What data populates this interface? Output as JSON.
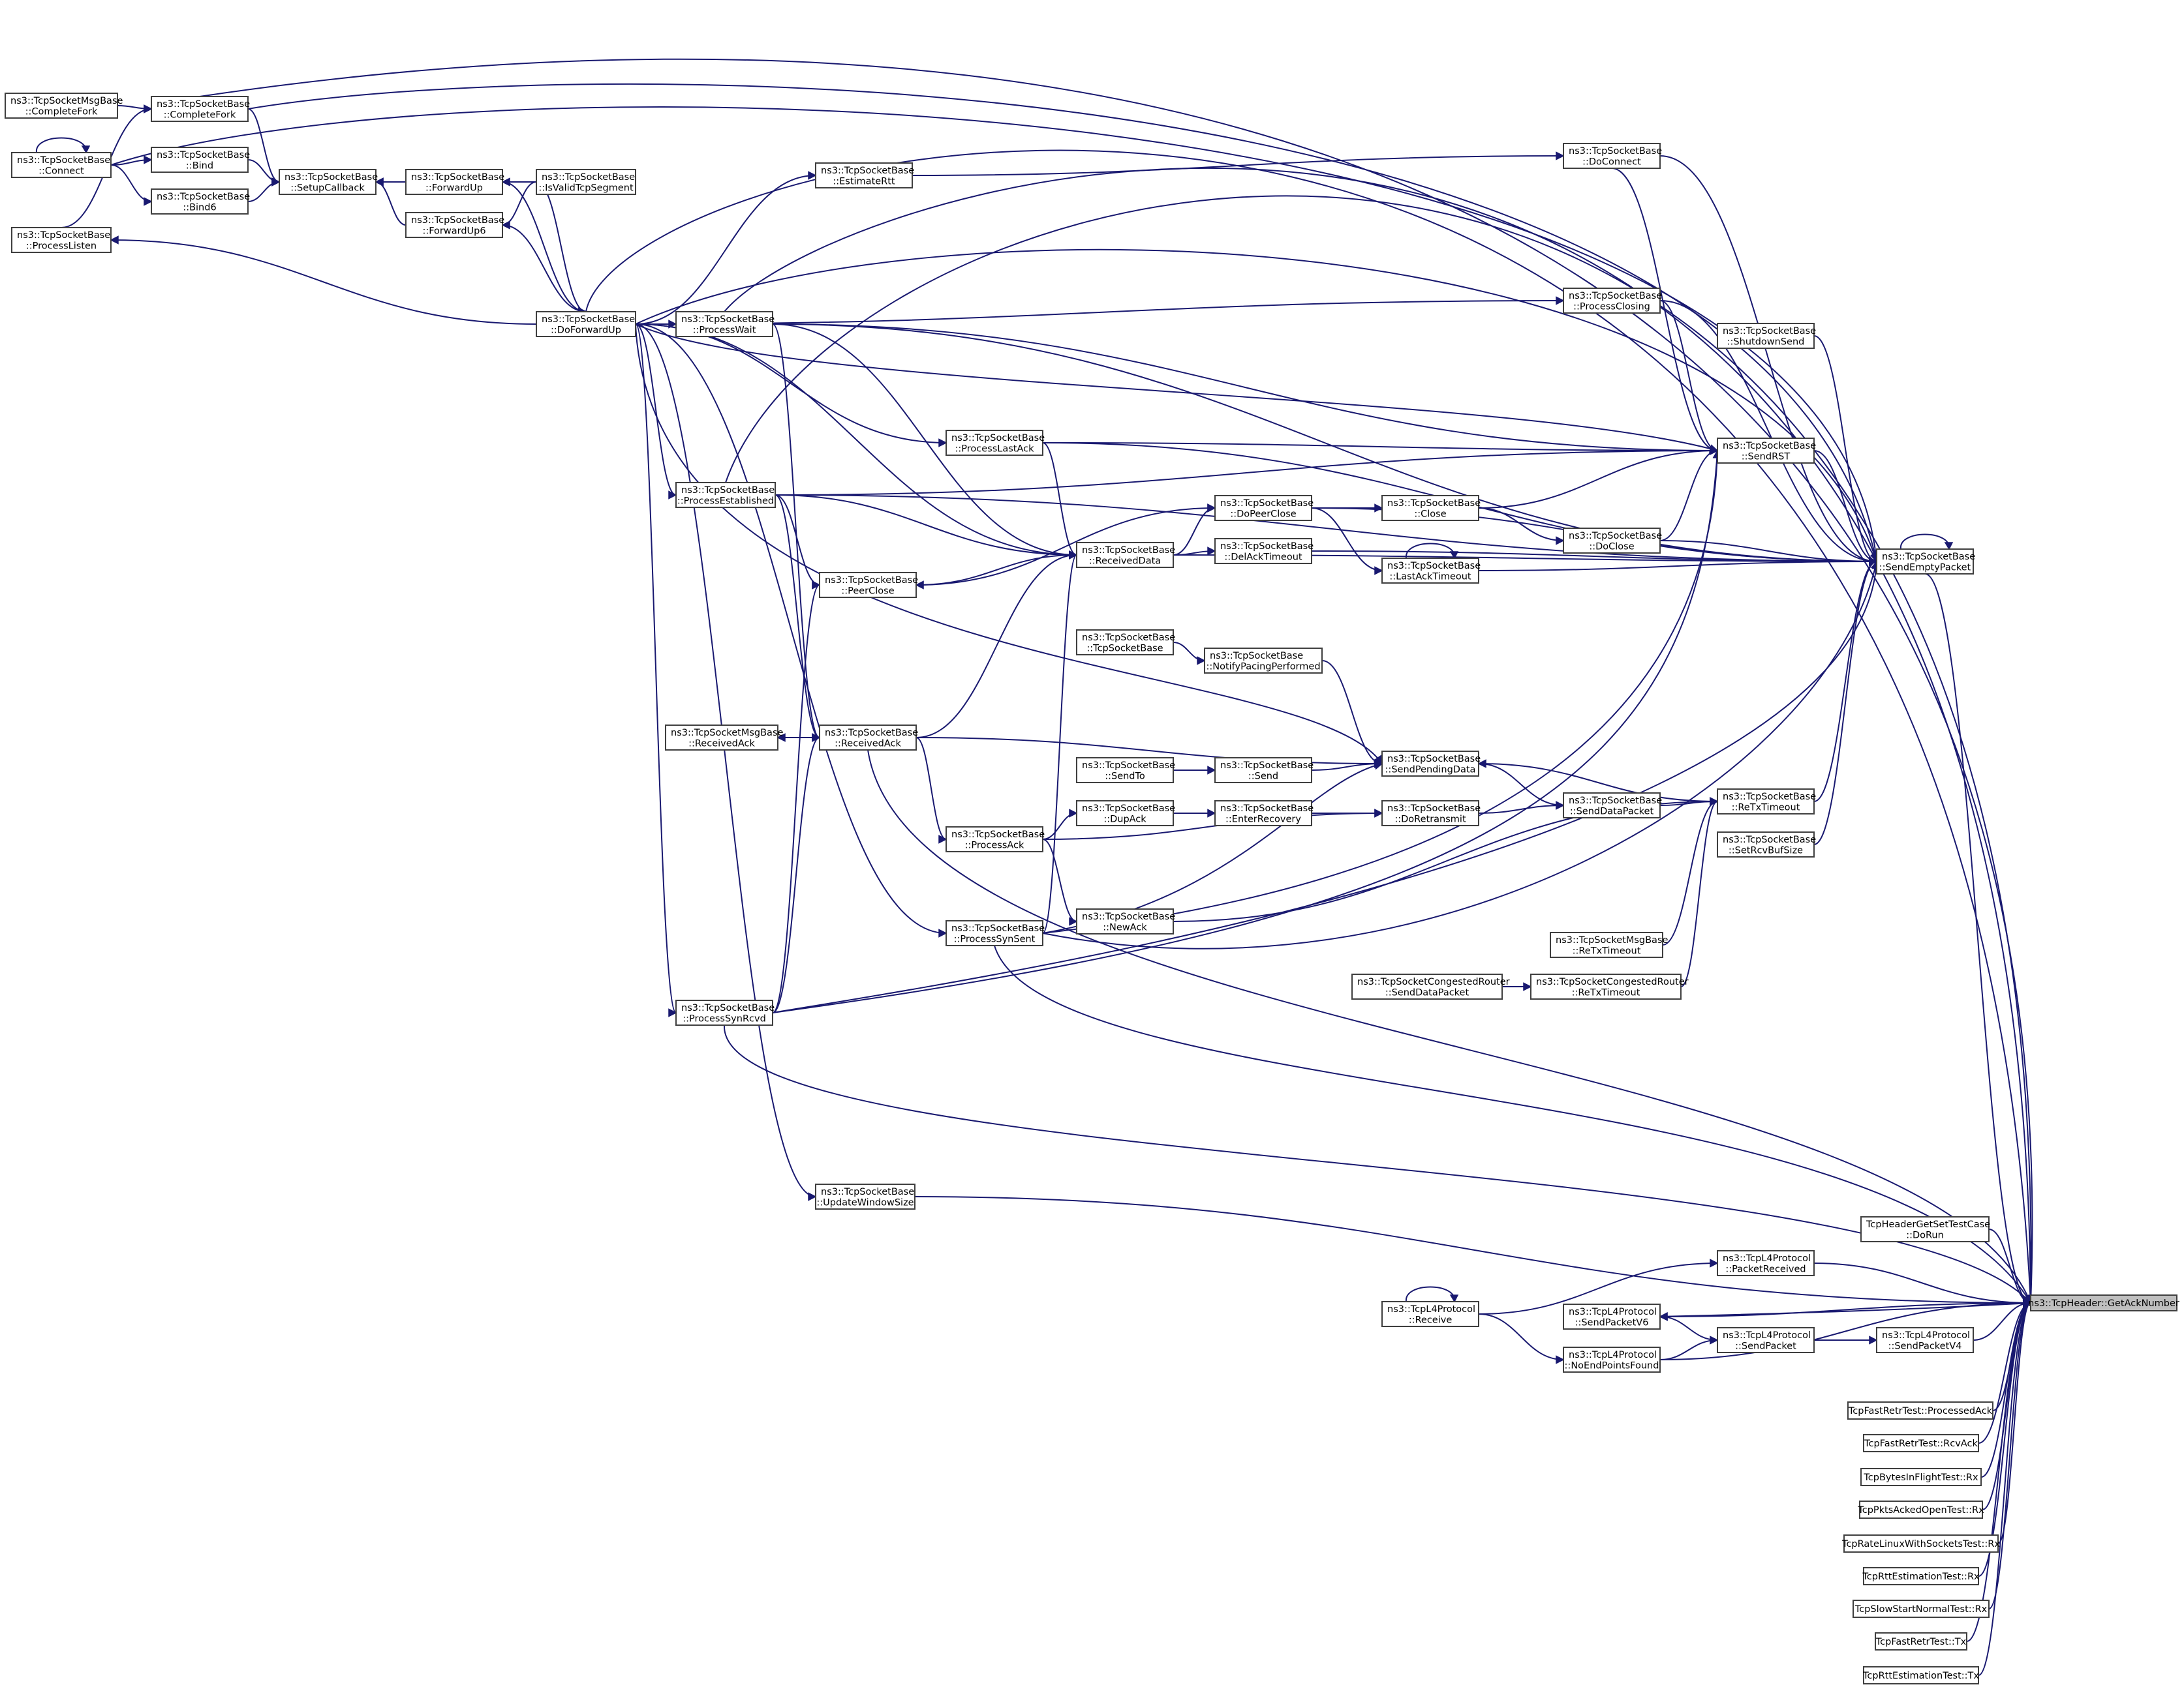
{
  "diagram": {
    "focus_node": "ns3::TcpHeader::GetAckNumber",
    "edge_color": "#191970",
    "node_fill": "#ffffff",
    "focus_fill": "#bfbfbf",
    "node_border": "#3f3f3f"
  },
  "nodes": {
    "msgbase_completefork": [
      "ns3::TcpSocketMsgBase",
      "::CompleteFork"
    ],
    "connect": [
      "ns3::TcpSocketBase",
      "::Connect"
    ],
    "processlisten": [
      "ns3::TcpSocketBase",
      "::ProcessListen"
    ],
    "completefork": [
      "ns3::TcpSocketBase",
      "::CompleteFork"
    ],
    "bind": [
      "ns3::TcpSocketBase",
      "::Bind"
    ],
    "bind6": [
      "ns3::TcpSocketBase",
      "::Bind6"
    ],
    "setupcallback": [
      "ns3::TcpSocketBase",
      "::SetupCallback"
    ],
    "forwardup": [
      "ns3::TcpSocketBase",
      "::ForwardUp"
    ],
    "forwardup6": [
      "ns3::TcpSocketBase",
      "::ForwardUp6"
    ],
    "isvalidtcpsegment": [
      "ns3::TcpSocketBase",
      "::IsValidTcpSegment"
    ],
    "doforwardup": [
      "ns3::TcpSocketBase",
      "::DoForwardUp"
    ],
    "processwait": [
      "ns3::TcpSocketBase",
      "::ProcessWait"
    ],
    "estimatertt": [
      "ns3::TcpSocketBase",
      "::EstimateRtt"
    ],
    "processestablished": [
      "ns3::TcpSocketBase",
      "::ProcessEstablished"
    ],
    "processlastack": [
      "ns3::TcpSocketBase",
      "::ProcessLastAck"
    ],
    "peerclose": [
      "ns3::TcpSocketBase",
      "::PeerClose"
    ],
    "receiveddata": [
      "ns3::TcpSocketBase",
      "::ReceivedData"
    ],
    "msgbase_receivedack": [
      "ns3::TcpSocketMsgBase",
      "::ReceivedAck"
    ],
    "receivedack": [
      "ns3::TcpSocketBase",
      "::ReceivedAck"
    ],
    "processack": [
      "ns3::TcpSocketBase",
      "::ProcessAck"
    ],
    "processsynsent": [
      "ns3::TcpSocketBase",
      "::ProcessSynSent"
    ],
    "processsynrcvd": [
      "ns3::TcpSocketBase",
      "::ProcessSynRcvd"
    ],
    "updatewindowsize": [
      "ns3::TcpSocketBase",
      "::UpdateWindowSize"
    ],
    "dopeerclose": [
      "ns3::TcpSocketBase",
      "::DoPeerClose"
    ],
    "delacktimeout": [
      "ns3::TcpSocketBase",
      "::DelAckTimeout"
    ],
    "tcpsocketbase": [
      "ns3::TcpSocketBase",
      "::TcpSocketBase"
    ],
    "notifypacingperformed": [
      "ns3::TcpSocketBase",
      "::NotifyPacingPerformed"
    ],
    "sendto": [
      "ns3::TcpSocketBase",
      "::SendTo"
    ],
    "send": [
      "ns3::TcpSocketBase",
      "::Send"
    ],
    "dupack": [
      "ns3::TcpSocketBase",
      "::DupAck"
    ],
    "enterrecovery": [
      "ns3::TcpSocketBase",
      "::EnterRecovery"
    ],
    "newack": [
      "ns3::TcpSocketBase",
      "::NewAck"
    ],
    "close": [
      "ns3::TcpSocketBase",
      "::Close"
    ],
    "lastacktimeout": [
      "ns3::TcpSocketBase",
      "::LastAckTimeout"
    ],
    "sendpendingdata": [
      "ns3::TcpSocketBase",
      "::SendPendingData"
    ],
    "doretransmit": [
      "ns3::TcpSocketBase",
      "::DoRetransmit"
    ],
    "congrouter_senddatapacket": [
      "ns3::TcpSocketCongestedRouter",
      "::SendDataPacket"
    ],
    "doconnect": [
      "ns3::TcpSocketBase",
      "::DoConnect"
    ],
    "processclosing": [
      "ns3::TcpSocketBase",
      "::ProcessClosing"
    ],
    "doclose": [
      "ns3::TcpSocketBase",
      "::DoClose"
    ],
    "senddatapacket": [
      "ns3::TcpSocketBase",
      "::SendDataPacket"
    ],
    "msgbase_retxtimeout": [
      "ns3::TcpSocketMsgBase",
      "::ReTxTimeout"
    ],
    "congrouter_retxtimeout": [
      "ns3::TcpSocketCongestedRouter",
      "::ReTxTimeout"
    ],
    "shutdownsend": [
      "ns3::TcpSocketBase",
      "::ShutdownSend"
    ],
    "sendrst": [
      "ns3::TcpSocketBase",
      "::SendRST"
    ],
    "retxtimeout": [
      "ns3::TcpSocketBase",
      "::ReTxTimeout"
    ],
    "setrcvbufsize": [
      "ns3::TcpSocketBase",
      "::SetRcvBufSize"
    ],
    "sendemptypacket": [
      "ns3::TcpSocketBase",
      "::SendEmptyPacket"
    ],
    "l4_receive": [
      "ns3::TcpL4Protocol",
      "::Receive"
    ],
    "l4_packetreceived": [
      "ns3::TcpL4Protocol",
      "::PacketReceived"
    ],
    "l4_sendpacketv6": [
      "ns3::TcpL4Protocol",
      "::SendPacketV6"
    ],
    "l4_noendpointsfound": [
      "ns3::TcpL4Protocol",
      "::NoEndPointsFound"
    ],
    "l4_sendpacket": [
      "ns3::TcpL4Protocol",
      "::SendPacket"
    ],
    "l4_sendpacketv4": [
      "ns3::TcpL4Protocol",
      "::SendPacketV4"
    ],
    "hdr_getset_dorun": [
      "TcpHeaderGetSetTestCase",
      "::DoRun"
    ],
    "fastretr_processedack": [
      "TcpFastRetrTest::ProcessedAck"
    ],
    "fastretr_rcvack": [
      "TcpFastRetrTest::RcvAck"
    ],
    "bytesinflight_rx": [
      "TcpBytesInFlightTest::Rx"
    ],
    "pktsackedopen_rx": [
      "TcpPktsAckedOpenTest::Rx"
    ],
    "ratelinux_rx": [
      "TcpRateLinuxWithSocketsTest::Rx"
    ],
    "rttestimation_rx": [
      "TcpRttEstimationTest::Rx"
    ],
    "slowstart_rx": [
      "TcpSlowStartNormalTest::Rx"
    ],
    "fastretr_tx": [
      "TcpFastRetrTest::Tx"
    ],
    "rttestimation_tx": [
      "TcpRttEstimationTest::Tx"
    ],
    "getacknumber": [
      "ns3::TcpHeader::GetAckNumber"
    ]
  }
}
